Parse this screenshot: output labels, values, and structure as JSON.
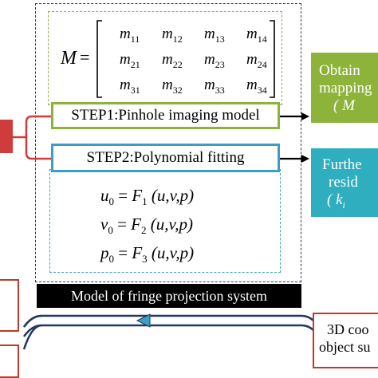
{
  "diagram": {
    "matrix": {
      "lhs": "M",
      "equals": "=",
      "entries": [
        [
          "m11",
          "m12",
          "m13",
          "m14"
        ],
        [
          "m21",
          "m22",
          "m23",
          "m24"
        ],
        [
          "m31",
          "m32",
          "m33",
          "m34"
        ]
      ]
    },
    "step1": {
      "label": "STEP1:Pinhole imaging model"
    },
    "step2": {
      "label": "STEP2:Polynomial fitting"
    },
    "equations": [
      {
        "lhs": "u",
        "sub": "0",
        "fn": "F",
        "fsub": "1",
        "args": "(u,v,p)"
      },
      {
        "lhs": "v",
        "sub": "0",
        "fn": "F",
        "fsub": "2",
        "args": "(u,v,p)"
      },
      {
        "lhs": "p",
        "sub": "0",
        "fn": "F",
        "fsub": "3",
        "args": "(u,v,p)"
      }
    ],
    "system_banner": "Model of fringe projection system",
    "right_top": {
      "line1": "Obtain",
      "line2": "mapping",
      "line3": "( M"
    },
    "right_mid": {
      "line1": "Furthe",
      "line2": "resid",
      "line3": "( k",
      "line3_sub": "i"
    },
    "bottom_right": {
      "line1": "3D coo",
      "line2": "object su"
    },
    "colors": {
      "green": "#8db33a",
      "blue": "#3b9fc4",
      "teal": "#2eaebf",
      "red": "#d03b3b",
      "navy": "#1f3864",
      "frame": "#2e3c56"
    }
  }
}
